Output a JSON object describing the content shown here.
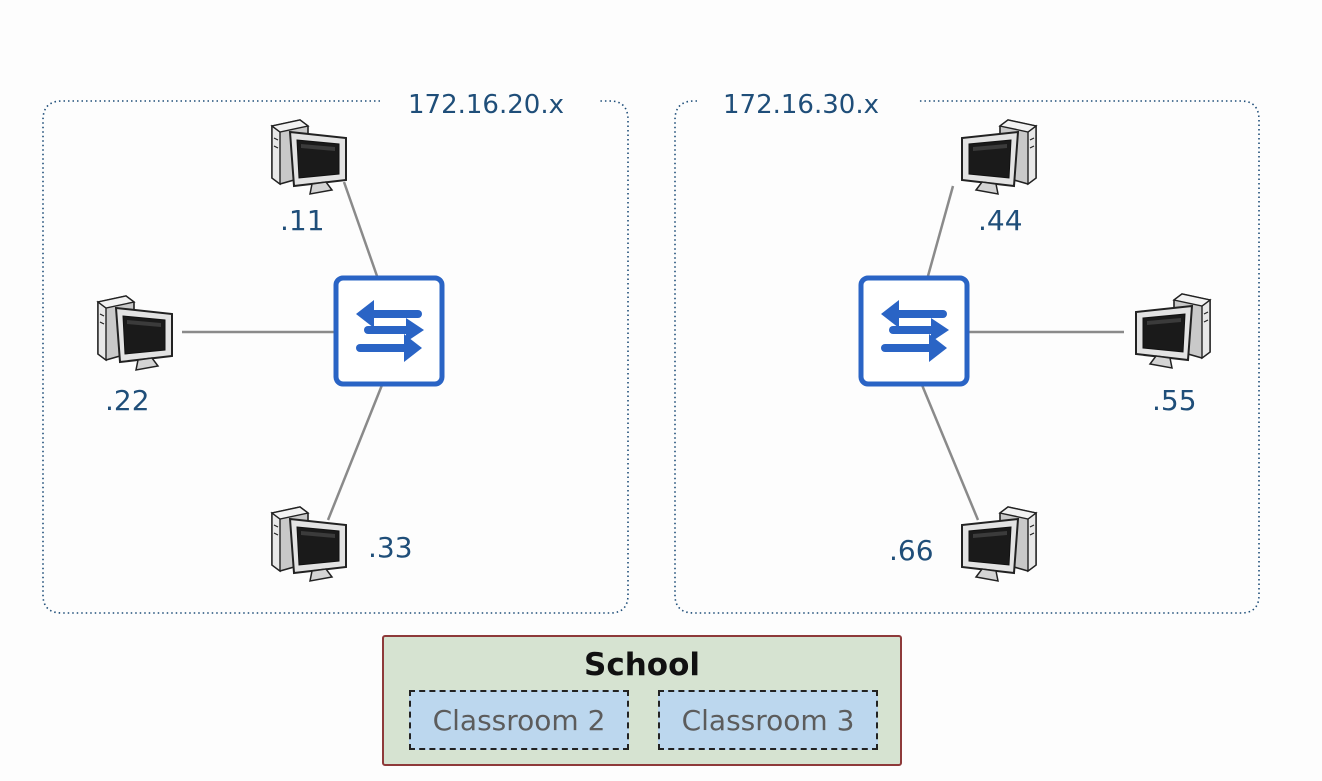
{
  "subnets": [
    {
      "network": "172.16.20.x",
      "hosts": [
        ".11",
        ".22",
        ".33"
      ]
    },
    {
      "network": "172.16.30.x",
      "hosts": [
        ".44",
        ".55",
        ".66"
      ]
    }
  ],
  "school": {
    "title": "School",
    "classrooms": [
      "Classroom 2",
      "Classroom 3"
    ]
  },
  "colors": {
    "label_blue": "#1f4e79",
    "switch_blue": "#2a64c5",
    "school_fill": "#d6e3d1",
    "school_border": "#8e3a3a",
    "classroom_fill": "#bcd7ee"
  },
  "icons": {
    "switch": "network-switch-icon",
    "computer": "desktop-computer-icon"
  }
}
